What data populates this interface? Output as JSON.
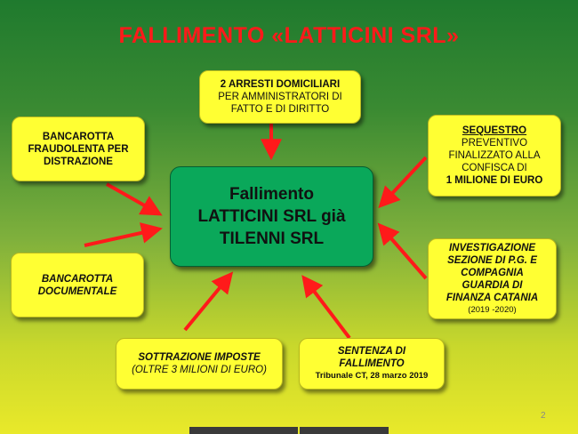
{
  "title": "FALLIMENTO  «LATTICINI SRL»",
  "center": {
    "line1": "Fallimento",
    "line2": "LATTICINI SRL già",
    "line3": "TILENNI SRL"
  },
  "boxes": {
    "arresti": {
      "line1": "2 ARRESTI DOMICILIARI",
      "line2": "PER AMMINISTRATORI DI",
      "line3": "FATTO E DI DIRITTO"
    },
    "bancarotta_fraudolenta": {
      "line1": "BANCAROTTA",
      "line2": "FRAUDOLENTA PER",
      "line3": "DISTRAZIONE"
    },
    "sequestro": {
      "line1": "SEQUESTRO",
      "line2": "PREVENTIVO",
      "line3": "FINALIZZATO ALLA",
      "line4": "CONFISCA DI",
      "line5": "1 MILIONE DI EURO"
    },
    "bancarotta_documentale": {
      "line1": "BANCAROTTA",
      "line2": "DOCUMENTALE"
    },
    "investigazione": {
      "line1": "INVESTIGAZIONE",
      "line2": "SEZIONE DI P.G. E",
      "line3": "COMPAGNIA",
      "line4": "GUARDIA DI",
      "line5": "FINANZA CATANIA",
      "line6": "(2019 -2020)"
    },
    "sottrazione": {
      "line1": "SOTTRAZIONE IMPOSTE",
      "line2": "(OLTRE 3 MILIONI DI EURO)"
    },
    "sentenza": {
      "line1": "SENTENZA DI",
      "line2": "FALLIMENTO",
      "line3": "Tribunale CT, 28 marzo 2019"
    }
  },
  "colors": {
    "title": "#ff1a1a",
    "box": "#ffff33",
    "center": "#0aa85a",
    "arrow": "#ff1a1a"
  },
  "page_number": "2"
}
